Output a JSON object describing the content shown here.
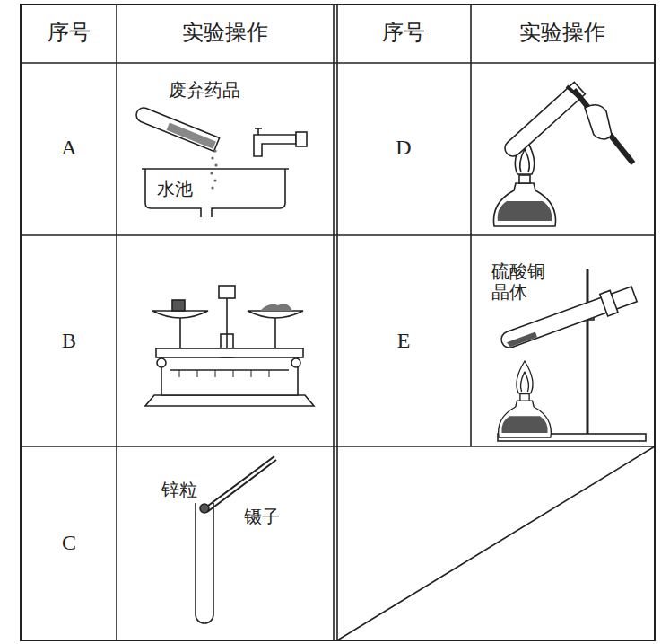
{
  "diagram": {
    "labels": [
      "序号",
      "实验操作",
      "序号",
      "实验操作",
      "A",
      "B",
      "C",
      "D",
      "E",
      "废弃药品",
      "水池",
      "锌粒",
      "镊子",
      "硫酸铜晶体"
    ]
  }
}
